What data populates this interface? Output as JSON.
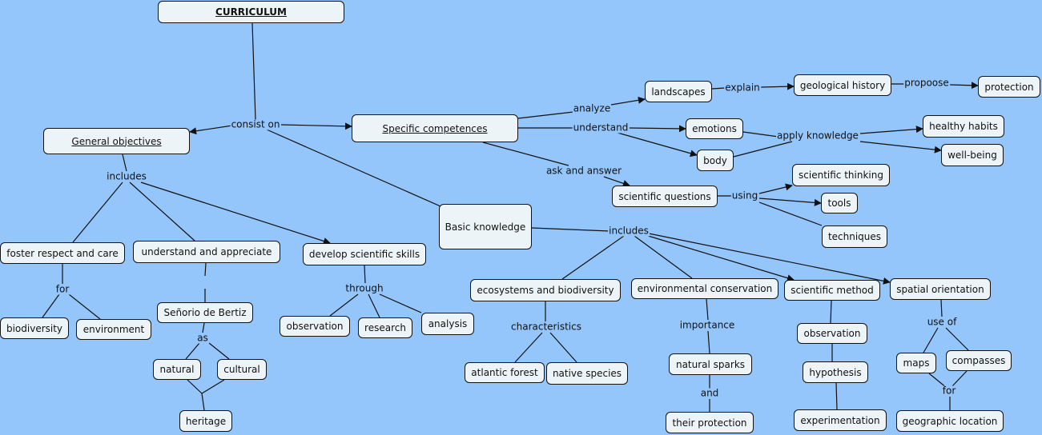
{
  "title": "CURRICULUM",
  "colors": {
    "background": "#94c6fb",
    "node_fill": "#edf4f7",
    "line": "#111111"
  },
  "nodes": {
    "curriculum": "CURRICULUM",
    "general_objectives": "General objectives",
    "specific_competences": "Specific competences",
    "basic_knowledge": "Basic knowledge",
    "foster_respect": "foster respect and care",
    "understand_appreciate": "understand and appreciate",
    "develop_skills": "develop scientific skills",
    "biodiversity": "biodiversity",
    "environment": "environment",
    "senorio": "Señorio de Bertiz",
    "natural": "natural",
    "cultural": "cultural",
    "heritage": "heritage",
    "observation_skill": "observation",
    "research": "research",
    "analysis": "analysis",
    "landscapes": "landscapes",
    "geological_history": "geological history",
    "protection": "protection",
    "emotions": "emotions",
    "body": "body",
    "healthy_habits": "healthy habits",
    "well_being": "well-being",
    "scientific_questions": "scientific questions",
    "scientific_thinking": "scientific thinking",
    "tools": "tools",
    "techniques": "techniques",
    "ecosystems": "ecosystems and biodiversity",
    "atlantic_forest": "atlantic forest",
    "native_species": "native species",
    "env_conservation": "environmental conservation",
    "natural_sparks": "natural sparks",
    "their_protection": "their protection",
    "scientific_method": "scientific method",
    "observation_method": "observation",
    "hypothesis": "hypothesis",
    "experimentation": "experimentation",
    "spatial_orientation": "spatial orientation",
    "maps": "maps",
    "compasses": "compasses",
    "geographic_location": "geographic location"
  },
  "link_labels": {
    "consist_on": "consist on",
    "includes_general": "includes",
    "for_respect": "for",
    "as": "as",
    "through": "through",
    "analyze": "analyze",
    "explain": "explain",
    "propoose": "propoose",
    "understand": "understand",
    "apply_knowledge": "apply knowledge",
    "ask_and_answer": "ask and answer",
    "using": "using",
    "includes_basic": "includes",
    "characteristics": "characteristics",
    "importance": "importance",
    "and": "and",
    "use_of": "use of",
    "for_location": "for"
  }
}
